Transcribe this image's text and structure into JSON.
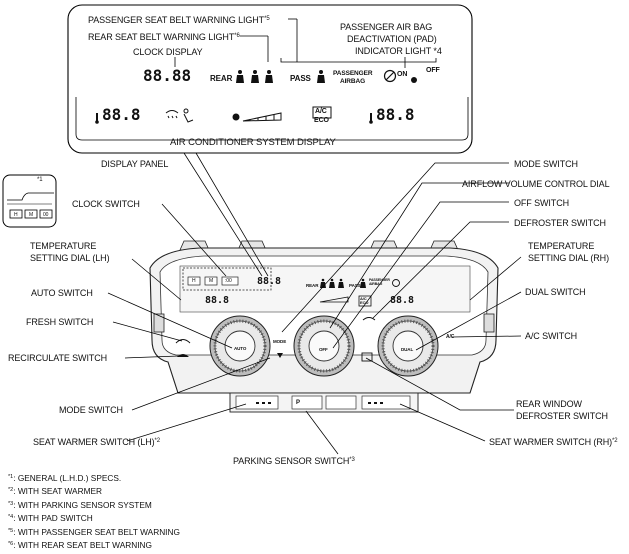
{
  "display_callout": {
    "passenger_seat_belt_warning_light": "PASSENGER SEAT BELT WARNING LIGHT",
    "passenger_seat_belt_ref": "*5",
    "rear_seat_belt_warning_light": "REAR SEAT BELT WARNING LIGHT",
    "rear_seat_belt_ref": "*6",
    "clock_display": "CLOCK DISPLAY",
    "pad_line1": "PASSENGER AIR BAG",
    "pad_line2": "DEACTIVATION (PAD)",
    "pad_line3": "INDICATOR LIGHT",
    "pad_ref": "*4",
    "air_conditioner_system_display": "AIR CONDITIONER SYSTEM DISPLAY",
    "clock_digits": "88.88",
    "rear_text": "REAR",
    "pass_text": "PASS",
    "passenger_airbag_line1": "PASSENGER",
    "passenger_airbag_line2": "AIRBAG",
    "on_text": "ON",
    "off_text": "OFF",
    "temp_lh_digits": "88.8",
    "temp_rh_digits": "88.8",
    "ac_text": "A/C",
    "eco_text": "ECO"
  },
  "inset": {
    "ref": "*1",
    "buttons": [
      "H",
      "M",
      "00"
    ]
  },
  "panel": {
    "clock_buttons": [
      "H",
      "M",
      ":00"
    ],
    "clock_digits": "88.8",
    "temp_lh": "88.8",
    "temp_rh": "88.8",
    "auto_text": "AUTO",
    "off_text": "OFF",
    "dual_text": "DUAL",
    "mode_text": "MODE",
    "ac_text": "A/C",
    "eco_text": "ECO",
    "rear_text": "REAR",
    "pass_text": "PASS",
    "pas_text": "PASSENGER AIRBAG",
    "p_text": "P"
  },
  "labels": {
    "display_panel": "DISPLAY PANEL",
    "mode_switch_top": "MODE SWITCH",
    "airflow_volume_control_dial": "AIRFLOW VOLUME CONTROL DIAL",
    "off_switch": "OFF SWITCH",
    "defroster_switch": "DEFROSTER SWITCH",
    "clock_switch": "CLOCK SWITCH",
    "temp_dial_lh_1": "TEMPERATURE",
    "temp_dial_lh_2": "SETTING DIAL (LH)",
    "temp_dial_rh_1": "TEMPERATURE",
    "temp_dial_rh_2": "SETTING DIAL (RH)",
    "auto_switch": "AUTO SWITCH",
    "dual_switch": "DUAL SWITCH",
    "fresh_switch": "FRESH SWITCH",
    "ac_switch": "A/C SWITCH",
    "recirculate_switch": "RECIRCULATE SWITCH",
    "mode_switch_bottom": "MODE SWITCH",
    "rear_window_defroster_1": "REAR WINDOW",
    "rear_window_defroster_2": "DEFROSTER SWITCH",
    "seat_warmer_lh": "SEAT WARMER SWITCH (LH)",
    "seat_warmer_lh_ref": "*2",
    "seat_warmer_rh": "SEAT WARMER SWITCH (RH)",
    "seat_warmer_rh_ref": "*2",
    "parking_sensor_switch": "PARKING SENSOR SWITCH",
    "parking_sensor_ref": "*3"
  },
  "footnotes": [
    {
      "ref": "*1",
      "text": ": GENERAL (L.H.D.) SPECS."
    },
    {
      "ref": "*2",
      "text": ": WITH SEAT WARMER"
    },
    {
      "ref": "*3",
      "text": ": WITH PARKING SENSOR SYSTEM"
    },
    {
      "ref": "*4",
      "text": ": WITH PAD SWITCH"
    },
    {
      "ref": "*5",
      "text": ": WITH PASSENGER SEAT BELT WARNING"
    },
    {
      "ref": "*6",
      "text": ": WITH REAR SEAT BELT WARNING"
    }
  ]
}
